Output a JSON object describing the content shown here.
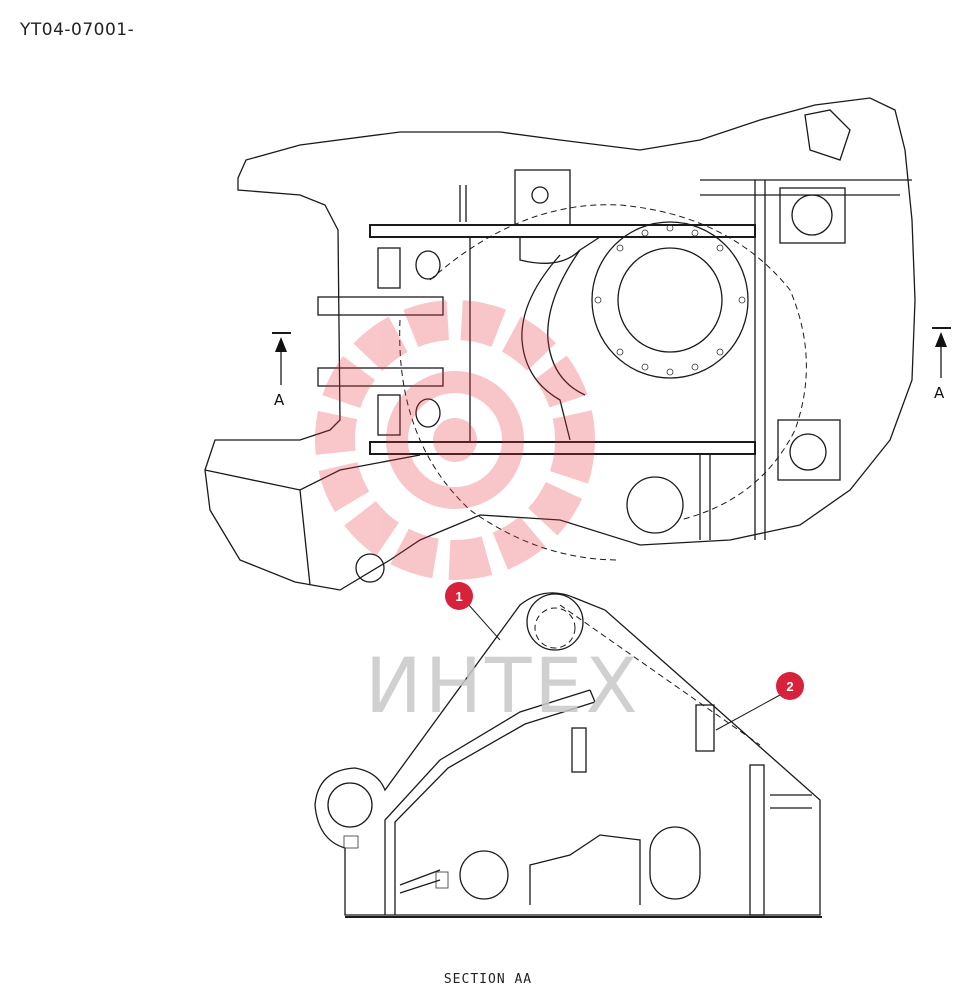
{
  "header": {
    "doc_code": "YT04-07001-"
  },
  "section_markers": {
    "left": "A",
    "right": "A"
  },
  "callouts": [
    {
      "label": "1"
    },
    {
      "label": "2"
    }
  ],
  "watermark": {
    "text": "ИНТЕХ",
    "color": "#e8323c"
  },
  "footer": {
    "section_title": "SECTION AA"
  },
  "colors": {
    "callout": "#d8213a",
    "line": "#1a1a1a"
  }
}
